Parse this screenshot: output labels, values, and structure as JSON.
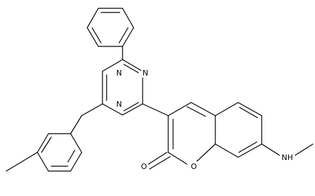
{
  "molecule": {
    "atom_labels": {
      "n1": "N",
      "n2": "N",
      "n3": "N",
      "o_ring": "O",
      "o_carbonyl": "O",
      "nh": "NH"
    }
  },
  "colors": {
    "bond": "#000000",
    "background": "#ffffff"
  }
}
